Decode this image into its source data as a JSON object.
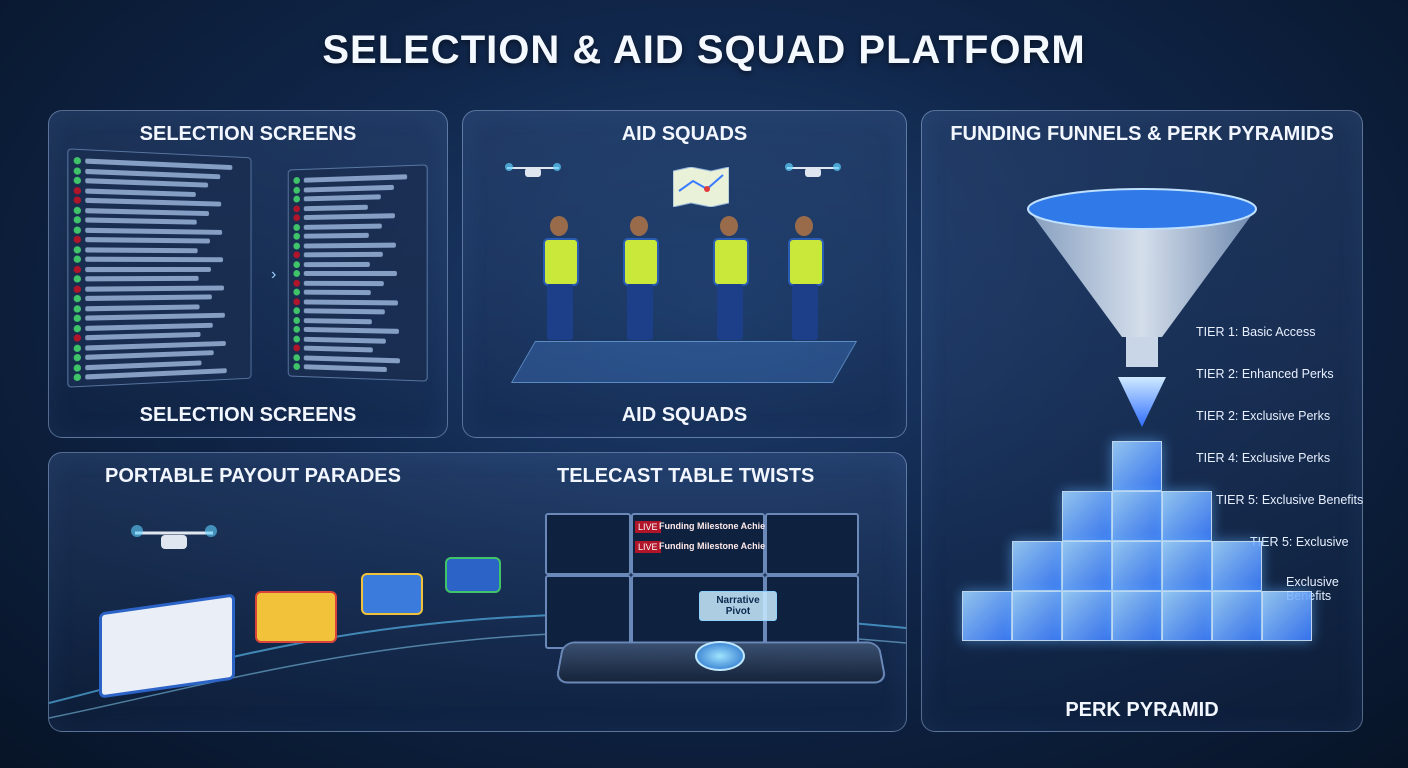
{
  "title": "SELECTION & AID SQUAD PLATFORM",
  "panels": {
    "selection": {
      "top_title": "SELECTION SCREENS",
      "bottom_title": "SELECTION SCREENS"
    },
    "aid": {
      "top_title": "AID SQUADS",
      "bottom_title": "AID SQUADS"
    },
    "funding": {
      "title": "FUNDING FUNNELS & PERK PYRAMIDS",
      "tiers": [
        "TIER 1: Basic Access",
        "TIER 2: Enhanced Perks",
        "TIER 2: Exclusive Perks",
        "TIER 4: Exclusive Perks",
        "TIER 5: Exclusive Benefits",
        "TIER 5: Exclusive",
        "Exclusive Benefits"
      ],
      "bottom_title": "PERK PYRAMID"
    },
    "payout": {
      "title": "PORTABLE PAYOUT PARADES"
    },
    "telecast": {
      "title": "TELECAST TABLE TWISTS",
      "live_label": "LIVE",
      "ticker_1": "Funding Milestone Achieved",
      "ticker_2": "Funding Milestone Achieved",
      "hologram": "Narrative Pivot"
    }
  },
  "colors": {
    "accent": "#3a7bff",
    "vest": "#c9e83a",
    "alert": "#b0152a",
    "check": "#3fc46a"
  }
}
